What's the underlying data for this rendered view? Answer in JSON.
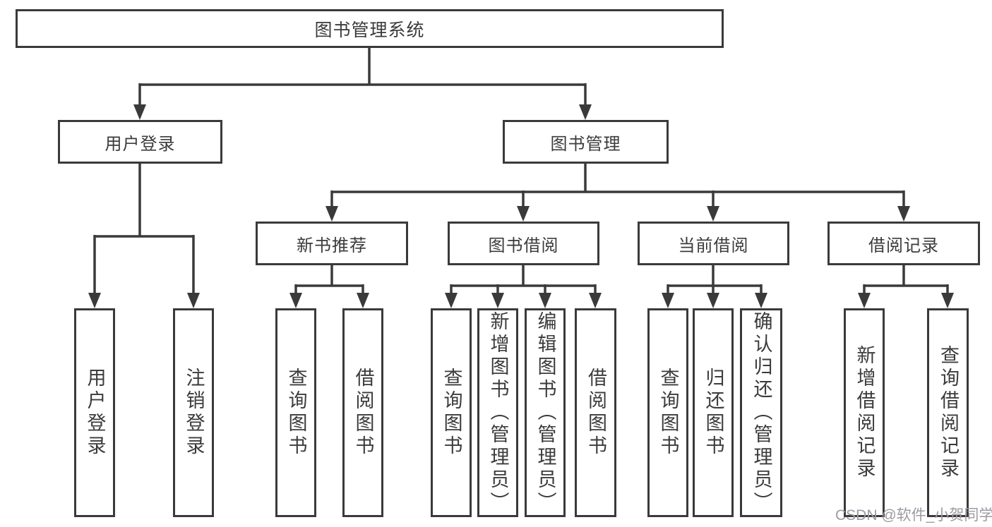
{
  "tree": {
    "root": "图书管理系统",
    "user_login": {
      "label": "用户登录",
      "leaves": [
        "用户登录",
        "注销登录"
      ]
    },
    "book_management": {
      "label": "图书管理",
      "groups": [
        {
          "label": "新书推荐",
          "leaves": [
            "查询图书",
            "借阅图书"
          ]
        },
        {
          "label": "图书借阅",
          "leaves": [
            "查询图书",
            "新增图书（管理员）",
            "编辑图书（管理员）",
            "借阅图书"
          ]
        },
        {
          "label": "当前借阅",
          "leaves": [
            "查询图书",
            "归还图书",
            "确认归还（管理员）"
          ]
        },
        {
          "label": "借阅记录",
          "leaves": [
            "新增借阅记录",
            "查询借阅记录"
          ]
        }
      ]
    }
  },
  "watermark": "CSDN @软件_小贺同学",
  "colors": {
    "line": "#3a3a3a",
    "text": "#3b3b3b",
    "watermark": "#9b9ba3",
    "background": "#ffffff"
  }
}
